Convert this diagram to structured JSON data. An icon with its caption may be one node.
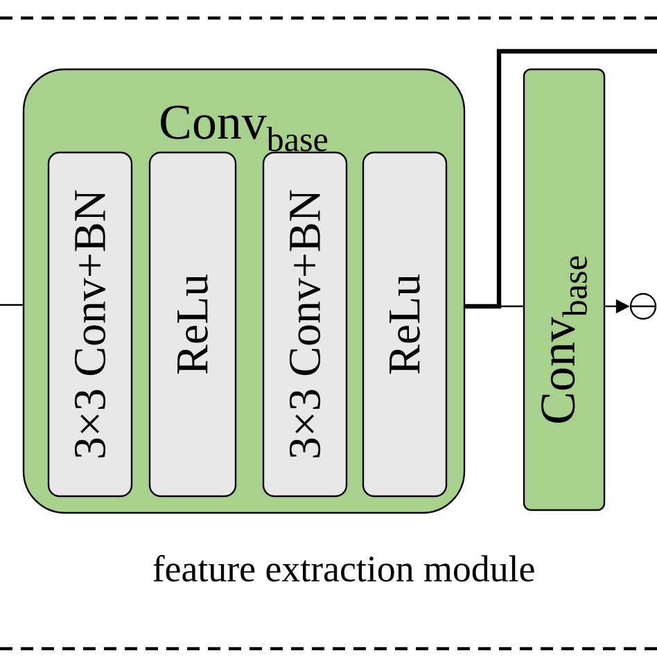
{
  "diagram": {
    "nodes": [
      {
        "text": [
          "Conv$_{base}$"
        ]
      },
      {
        "text": [
          "3×3 Conv+BN"
        ],
        "in": 0
      },
      {
        "text": [
          "ReLu"
        ],
        "in": 0
      },
      {
        "text": [
          "3×3 Conv+BN"
        ],
        "in": 0
      },
      {
        "text": [
          "ReLu"
        ],
        "in": 0
      },
      {
        "text": [
          "Conv$_{base}$"
        ]
      },
      {
        "text": [],
        "shape": "circle"
      }
    ],
    "edges": [
      {
        "from": null,
        "to": 0,
        "arrow": "none"
      },
      {
        "from": 0,
        "to": 5,
        "arrow": "none"
      },
      {
        "from": 5,
        "to": 6,
        "arrow": "to"
      },
      {
        "from": 0,
        "to": null,
        "arrow": "none",
        "style": "thick"
      }
    ],
    "labels": [
      "feature extraction module"
    ]
  }
}
